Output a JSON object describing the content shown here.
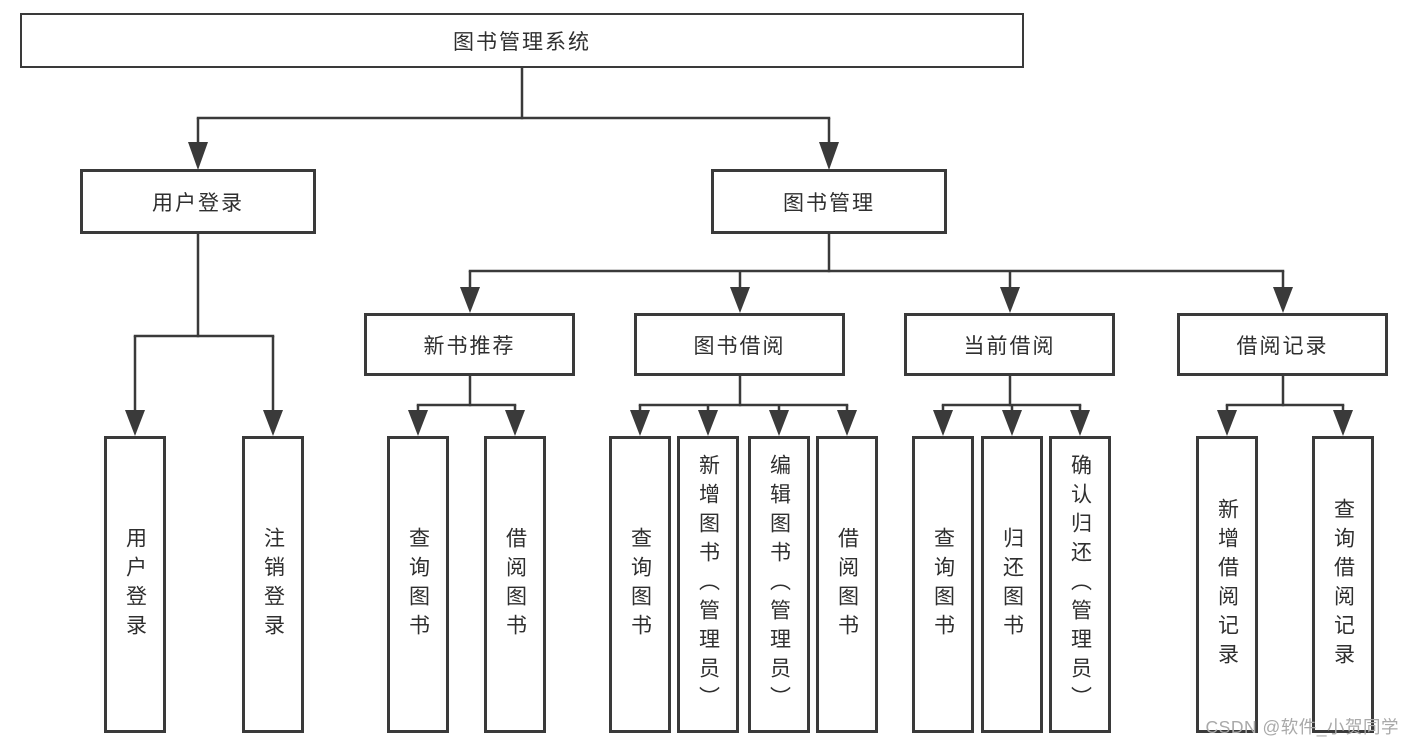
{
  "root": {
    "label": "图书管理系统"
  },
  "level2": [
    {
      "label": "用户登录"
    },
    {
      "label": "图书管理"
    }
  ],
  "level3": [
    {
      "label": "新书推荐"
    },
    {
      "label": "图书借阅"
    },
    {
      "label": "当前借阅"
    },
    {
      "label": "借阅记录"
    }
  ],
  "leaves": [
    {
      "label": "用户登录"
    },
    {
      "label": "注销登录"
    },
    {
      "label": "查询图书"
    },
    {
      "label": "借阅图书"
    },
    {
      "label": "查询图书"
    },
    {
      "label": "新增图书（管理员）"
    },
    {
      "label": "编辑图书（管理员）"
    },
    {
      "label": "借阅图书"
    },
    {
      "label": "查询图书"
    },
    {
      "label": "归还图书"
    },
    {
      "label": "确认归还（管理员）"
    },
    {
      "label": "新增借阅记录"
    },
    {
      "label": "查询借阅记录"
    }
  ],
  "watermark": "CSDN @软件_小贺同学",
  "colors": {
    "line": "#3a3a3a",
    "text": "#2f2f2f",
    "box_background": "#ffffff",
    "background": "#ffffff",
    "watermark": "#a9a9a9"
  }
}
